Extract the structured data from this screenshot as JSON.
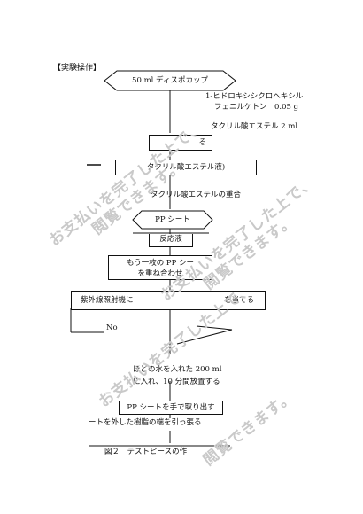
{
  "section_heading": "【実験操作】",
  "flow": {
    "start": "50 ml ディスポカップ",
    "reagent_1_line1": "1-ヒドロキシシクロヘキシル",
    "reagent_1_line2": "フェニルケトン　0.05 g",
    "reagent_2": "タクリル酸エステル 2 ml",
    "step_small": "る",
    "step_liquid": "タクリル酸エステル液)",
    "step_polymer": "タクリル酸エステルの重合",
    "sheet": "PP シート",
    "reaction": "反応液",
    "stack_line1": "もう一枚の PP シー",
    "stack_line2": "を重ね合わせ",
    "uv": "紫外線照射機に",
    "uv_tail": "を当てる",
    "branch_no": "No",
    "water_line1": "ほどの水を入れた 200 ml",
    "water_line2": "に入れ、10 分間放置する",
    "remove_sheet": "PP シートを手で取り出す",
    "pull_resin": "ートを外した樹脂の端を引っ張る",
    "caption": "図２　テストピースの作"
  },
  "watermark": {
    "line1": "お支払いを完了した上で、",
    "line2": "閲覧できます。"
  }
}
